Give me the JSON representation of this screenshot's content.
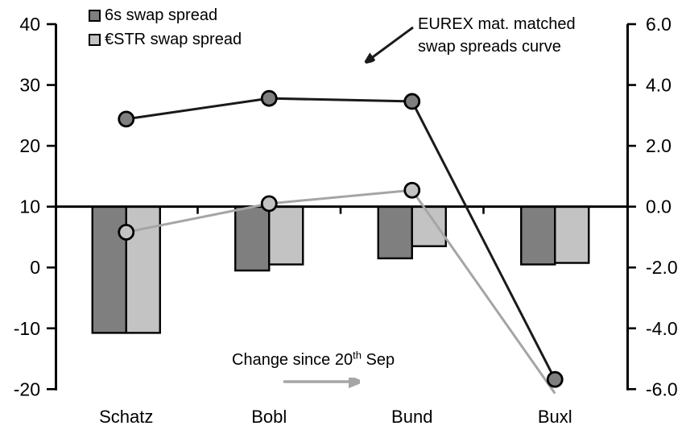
{
  "chart_data": {
    "type": "combo-bar-line",
    "categories": [
      "Schatz",
      "Bobl",
      "Bund",
      "Buxl"
    ],
    "left_axis": {
      "labels": [
        "40",
        "30",
        "20",
        "10",
        "0",
        "-10",
        "-20"
      ],
      "ticks": [
        40,
        30,
        20,
        10,
        0,
        -10,
        -20
      ],
      "range": [
        -20,
        40
      ]
    },
    "right_axis": {
      "labels": [
        "6.0",
        "4.0",
        "2.0",
        "0.0",
        "-2.0",
        "-4.0",
        "-6.0"
      ],
      "ticks": [
        6,
        4,
        2,
        0,
        -2,
        -4,
        -6
      ],
      "range": [
        -6,
        6
      ]
    },
    "baseline": {
      "left_value": 10,
      "right_value": 0
    },
    "grid": false,
    "legend_position": "top-left",
    "bar_series": [
      {
        "name": "6s swap spread change since 20th Sep",
        "axis": "right",
        "fill": "#7f7f7f",
        "stroke": "#000000",
        "values": [
          -4.15,
          -2.1,
          -1.7,
          -1.9
        ]
      },
      {
        "name": "€STR swap spread change since 20th Sep",
        "axis": "right",
        "fill": "#c3c3c3",
        "stroke": "#000000",
        "values": [
          -4.15,
          -1.9,
          -1.3,
          -1.85
        ]
      }
    ],
    "line_series": [
      {
        "name": "€STR swap spread curve",
        "axis": "left",
        "line_color": "#a5a5a5",
        "marker_fill": "#c3c3c3",
        "marker_stroke": "#000000",
        "values": [
          5.8,
          10.5,
          12.7,
          -20.7
        ],
        "markers": [
          true,
          true,
          true,
          false
        ]
      },
      {
        "name": "6s swap spread curve",
        "axis": "left",
        "line_color": "#1a1a1a",
        "marker_fill": "#7f7f7f",
        "marker_stroke": "#000000",
        "values": [
          24.4,
          27.8,
          27.3,
          -18.4
        ],
        "markers": [
          true,
          true,
          true,
          true
        ]
      }
    ]
  },
  "legend": {
    "items": [
      {
        "label": "6s swap spread",
        "color": "#7f7f7f"
      },
      {
        "label": "€STR swap spread",
        "color": "#c3c3c3"
      }
    ]
  },
  "annotations": {
    "curve_label": {
      "line1": "EUREX mat. matched",
      "line2": "swap spreads curve"
    },
    "change_label": {
      "prefix": "Change since 20",
      "superscript": "th",
      "suffix": " Sep"
    }
  },
  "colors": {
    "axis": "#000000",
    "curve_arrow": "#1a1a1a",
    "change_arrow": "#a5a5a5",
    "background": "#ffffff"
  }
}
